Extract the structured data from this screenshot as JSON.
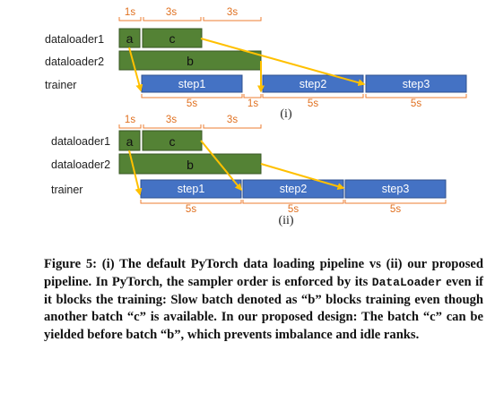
{
  "panels": [
    {
      "rows": {
        "loader1": "dataloader1",
        "loader2": "dataloader2",
        "trainer": "trainer"
      },
      "boxes": {
        "a": "a",
        "b": "b",
        "c": "c"
      },
      "steps": [
        "step1",
        "step2",
        "step3"
      ],
      "top_times": [
        "1s",
        "3s",
        "3s"
      ],
      "bottom_times": [
        "5s",
        "1s",
        "5s",
        "5s"
      ],
      "label": "(i)"
    },
    {
      "rows": {
        "loader1": "dataloader1",
        "loader2": "dataloader2",
        "trainer": "trainer"
      },
      "boxes": {
        "a": "a",
        "b": "b",
        "c": "c"
      },
      "steps": [
        "step1",
        "step2",
        "step3"
      ],
      "top_times": [
        "1s",
        "3s",
        "3s"
      ],
      "bottom_times": [
        "5s",
        "5s",
        "5s"
      ],
      "label": "(ii)"
    }
  ],
  "caption": {
    "prefix": "Figure 5: (i) The default PyTorch data loading pipeline vs (ii) our proposed pipeline. In PyTorch, the sampler order is enforced by its ",
    "code": "DataLoader",
    "suffix": " even if it blocks the training: Slow batch denoted as “b” blocks training even though another batch “c” is available. In our proposed design: The batch “c” can be yielded before batch “b”, which prevents imbalance and idle ranks."
  },
  "colors": {
    "green_fill": "#548235",
    "green_stroke": "#385723",
    "blue_fill": "#4472C4",
    "blue_stroke": "#2F528F",
    "arrow": "#FFC000",
    "bracket": "#ED7D31",
    "time_text": "#E0701F"
  }
}
